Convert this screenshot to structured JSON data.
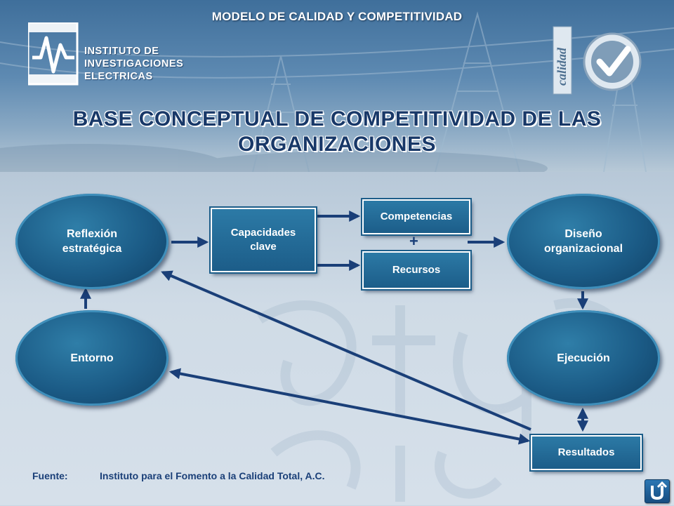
{
  "header": {
    "top_title": "MODELO DE CALIDAD Y COMPETITIVIDAD",
    "logo_lines": [
      "INSTITUTO DE",
      "INVESTIGACIONES",
      "ELECTRICAS"
    ],
    "seal_text": "calidad"
  },
  "title": {
    "line1": "BASE CONCEPTUAL DE COMPETITIVIDAD DE LAS",
    "line2": "ORGANIZACIONES"
  },
  "nodes": {
    "reflexion": [
      "Reflexión",
      "estratégica"
    ],
    "capacidades": [
      "Capacidades",
      "clave"
    ],
    "competencias": "Competencias",
    "recursos": "Recursos",
    "plus": "+",
    "diseno": [
      "Diseño",
      "organizacional"
    ],
    "entorno": "Entorno",
    "ejecucion": "Ejecución",
    "resultados": "Resultados"
  },
  "footer": {
    "source_label": "Fuente:",
    "source_text": "Instituto para el Fomento  a la Calidad Total, A.C."
  },
  "colors": {
    "node_fill": "#1b5b86",
    "arrow": "#1a3f78",
    "title": "#183868"
  },
  "icons": {
    "nav": "return-arrow-icon"
  }
}
